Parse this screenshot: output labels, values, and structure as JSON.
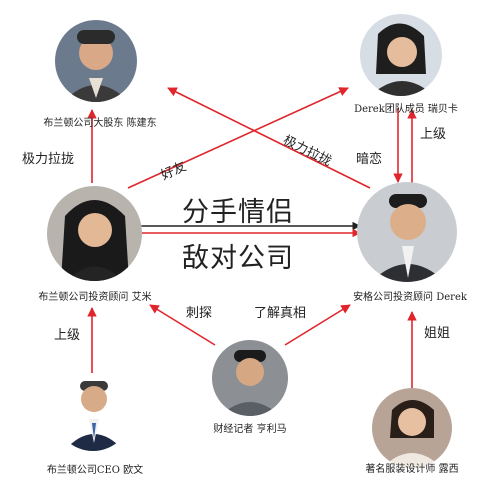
{
  "people": {
    "chen": {
      "name": "布兰顿公司大股东  陈建东"
    },
    "ruibeika": {
      "name": "Derek团队成员  瑞贝卡"
    },
    "aimi": {
      "name": "布兰顿公司投资顾问  艾米"
    },
    "derek": {
      "name": "安格公司投资顾问  Derek"
    },
    "heng": {
      "name": "财经记者  亨利马"
    },
    "ouwen": {
      "name": "布兰顿公司CEO  欧文"
    },
    "luxi": {
      "name": "著名服装设计师  露西"
    }
  },
  "relations": {
    "center_top": "分手情侣",
    "center_bottom": "敌对公司",
    "left_top": "极力拉拢",
    "right_top": "上级",
    "right_mid": "暗恋",
    "friend": "好友",
    "woo": "极力拉拢",
    "spy": "刺探",
    "learn": "了解真相",
    "left_bottom": "上级",
    "sister": "姐姐"
  },
  "colors": {
    "arrow": "#e0262c",
    "line": "#222222"
  }
}
